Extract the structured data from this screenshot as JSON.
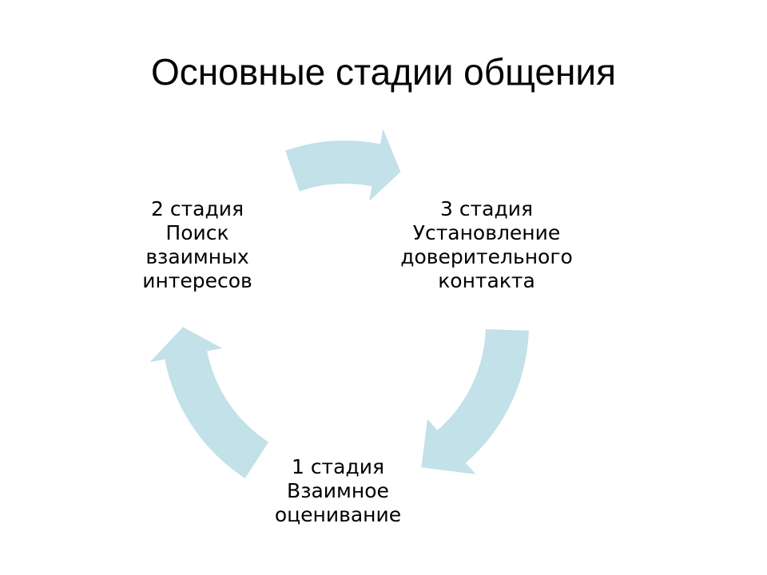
{
  "slide": {
    "title": "Основные стадии общения",
    "background_color": "#ffffff",
    "text_color": "#000000"
  },
  "diagram": {
    "type": "cycle",
    "arrow_color": "#c2e1e8",
    "stages": [
      {
        "number": "1",
        "position": "bottom",
        "lines": [
          "1 стадия",
          "Взаимное",
          "оценивание"
        ]
      },
      {
        "number": "2",
        "position": "left",
        "lines": [
          "2 стадия",
          "Поиск",
          "взаимных",
          "интересов"
        ]
      },
      {
        "number": "3",
        "position": "right",
        "lines": [
          "3 стадия",
          "Установление",
          "доверительного",
          "контакта"
        ]
      }
    ],
    "arrows": [
      {
        "name": "top",
        "from_stage": "2",
        "to_stage": "3",
        "direction": "clockwise"
      },
      {
        "name": "right",
        "from_stage": "3",
        "to_stage": "1",
        "direction": "clockwise"
      },
      {
        "name": "left",
        "from_stage": "1",
        "to_stage": "2",
        "direction": "clockwise"
      }
    ]
  }
}
